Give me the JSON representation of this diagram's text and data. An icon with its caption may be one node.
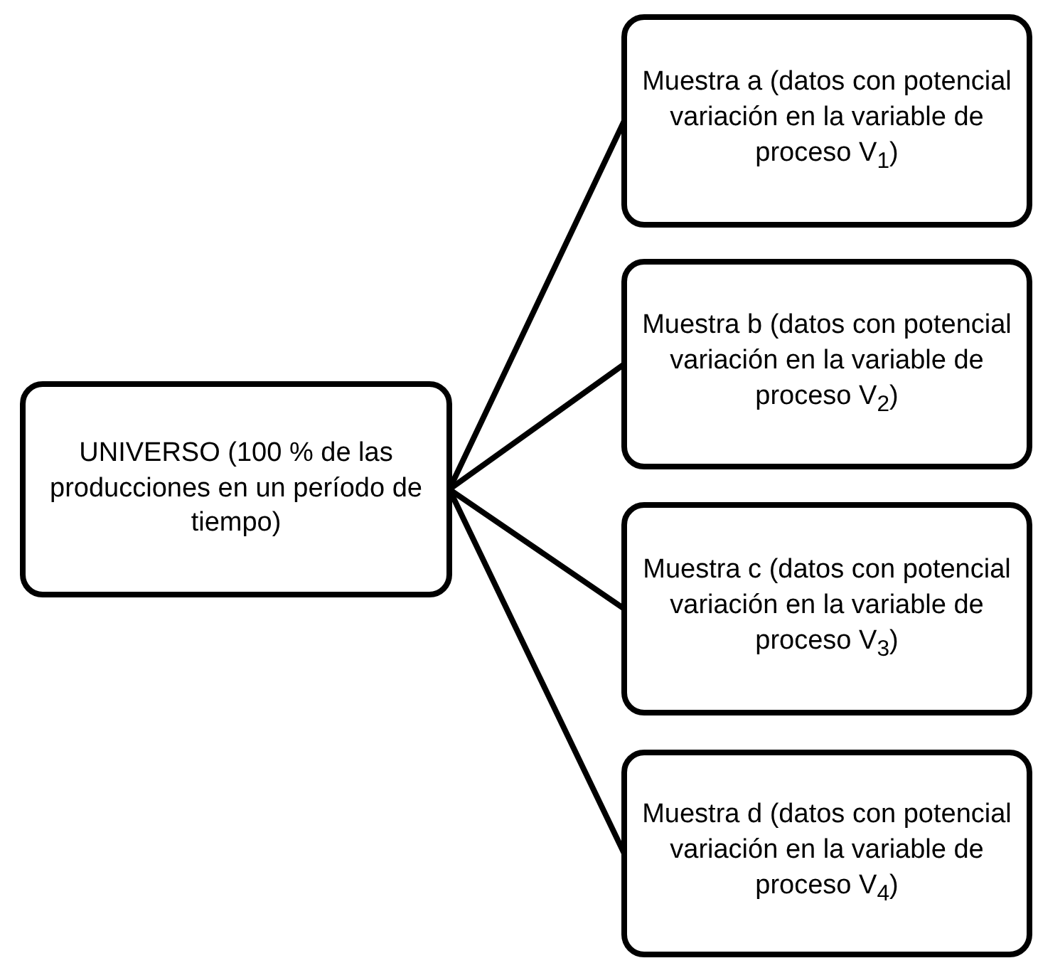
{
  "diagram": {
    "nodes": [
      {
        "text": [
          "UNIVERSO (100 % de las producciones en un período de tiempo)"
        ]
      },
      {
        "text": [
          "Muestra a (datos con potencial variación en la variable de proceso V$_{1}$)"
        ]
      },
      {
        "text": [
          "Muestra b (datos con potencial variación en la variable de proceso V$_{2}$)"
        ]
      },
      {
        "text": [
          "Muestra c (datos con potencial variación en la variable de proceso V$_{3}$)"
        ]
      },
      {
        "text": [
          "Muestra d (datos con potencial variación en la variable de proceso V$_{4}$)"
        ]
      }
    ],
    "edges": [
      {
        "from": 0,
        "to": 1,
        "arrow": "none"
      },
      {
        "from": 0,
        "to": 2,
        "arrow": "none"
      },
      {
        "from": 0,
        "to": 3,
        "arrow": "none"
      },
      {
        "from": 0,
        "to": 4,
        "arrow": "none"
      }
    ]
  }
}
